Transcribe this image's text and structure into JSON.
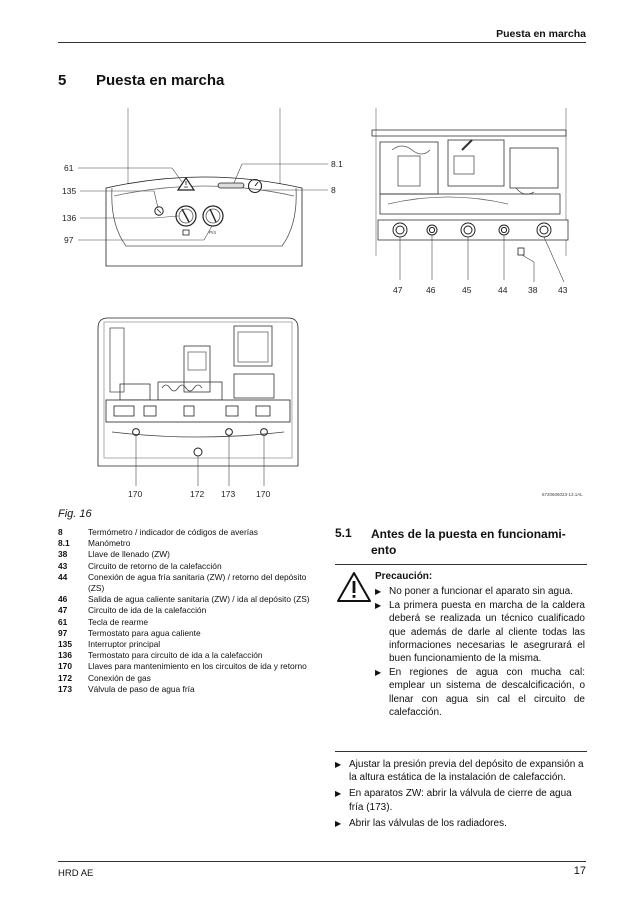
{
  "header": {
    "running_title": "Puesta en marcha"
  },
  "section": {
    "number": "5",
    "title": "Puesta en marcha"
  },
  "figure": {
    "caption": "Fig. 16",
    "ref_code": "6720606023-13.1AL",
    "front_panel_display": "P/4",
    "callouts": {
      "top_left": [
        "61",
        "135",
        "136",
        "97"
      ],
      "top_right_side": [
        "8.1",
        "8"
      ],
      "top_right_bottom": [
        "47",
        "46",
        "45",
        "44",
        "38",
        "43"
      ],
      "bottom": [
        "170",
        "172",
        "173",
        "170"
      ]
    }
  },
  "legend": [
    {
      "num": "8",
      "text": "Termómetro / indicador de códigos de averías"
    },
    {
      "num": "8.1",
      "text": "Manómetro"
    },
    {
      "num": "38",
      "text": "Llave de llenado (ZW)"
    },
    {
      "num": "43",
      "text": "Circuito de retorno de la calefacción"
    },
    {
      "num": "44",
      "text": "Conexión de agua fría sanitaria (ZW) / retorno del depósito (ZS)"
    },
    {
      "num": "46",
      "text": "Salida de agua caliente sanitaria (ZW) / ida al depósito (ZS)"
    },
    {
      "num": "47",
      "text": "Circuito de ida de la calefacción"
    },
    {
      "num": "61",
      "text": "Tecla de rearme"
    },
    {
      "num": "97",
      "text": "Termostato para agua caliente"
    },
    {
      "num": "135",
      "text": "Interruptor principal"
    },
    {
      "num": "136",
      "text": "Termostato para circuito de ida a la calefacción"
    },
    {
      "num": "170",
      "text": "Llaves para mantenimiento en los circuitos de ida y retorno"
    },
    {
      "num": "172",
      "text": "Conexión de gas"
    },
    {
      "num": "173",
      "text": "Válvula de paso de agua fría"
    }
  ],
  "subsection": {
    "number": "5.1",
    "title": "Antes de la puesta en funcionami-ento"
  },
  "caution": {
    "title": "Precaución:",
    "items": [
      "No poner a funcionar el aparato sin agua.",
      "La primera puesta en marcha de la caldera deberá se realizada un técnico cualificado que además de darle al cliente todas las informaciones necesarias le asegrurará el buen funcionamiento de la misma.",
      "En regiones de agua con mucha cal: emplear un sistema de descalcificación, o llenar con agua sin cal el circuito de calefacción."
    ]
  },
  "steps": [
    "Ajustar la presión previa del depósito de expansión a la altura estática de la instalación de calefacción.",
    "En aparatos ZW: abrir la válvula de cierre de agua fría (173).",
    "Abrir las válvulas de los radiadores."
  ],
  "footer": {
    "left": "HRD AE",
    "page_number": "17"
  },
  "icons": {
    "bullet": "triangle-right-icon",
    "caution": "warning-triangle-icon"
  }
}
